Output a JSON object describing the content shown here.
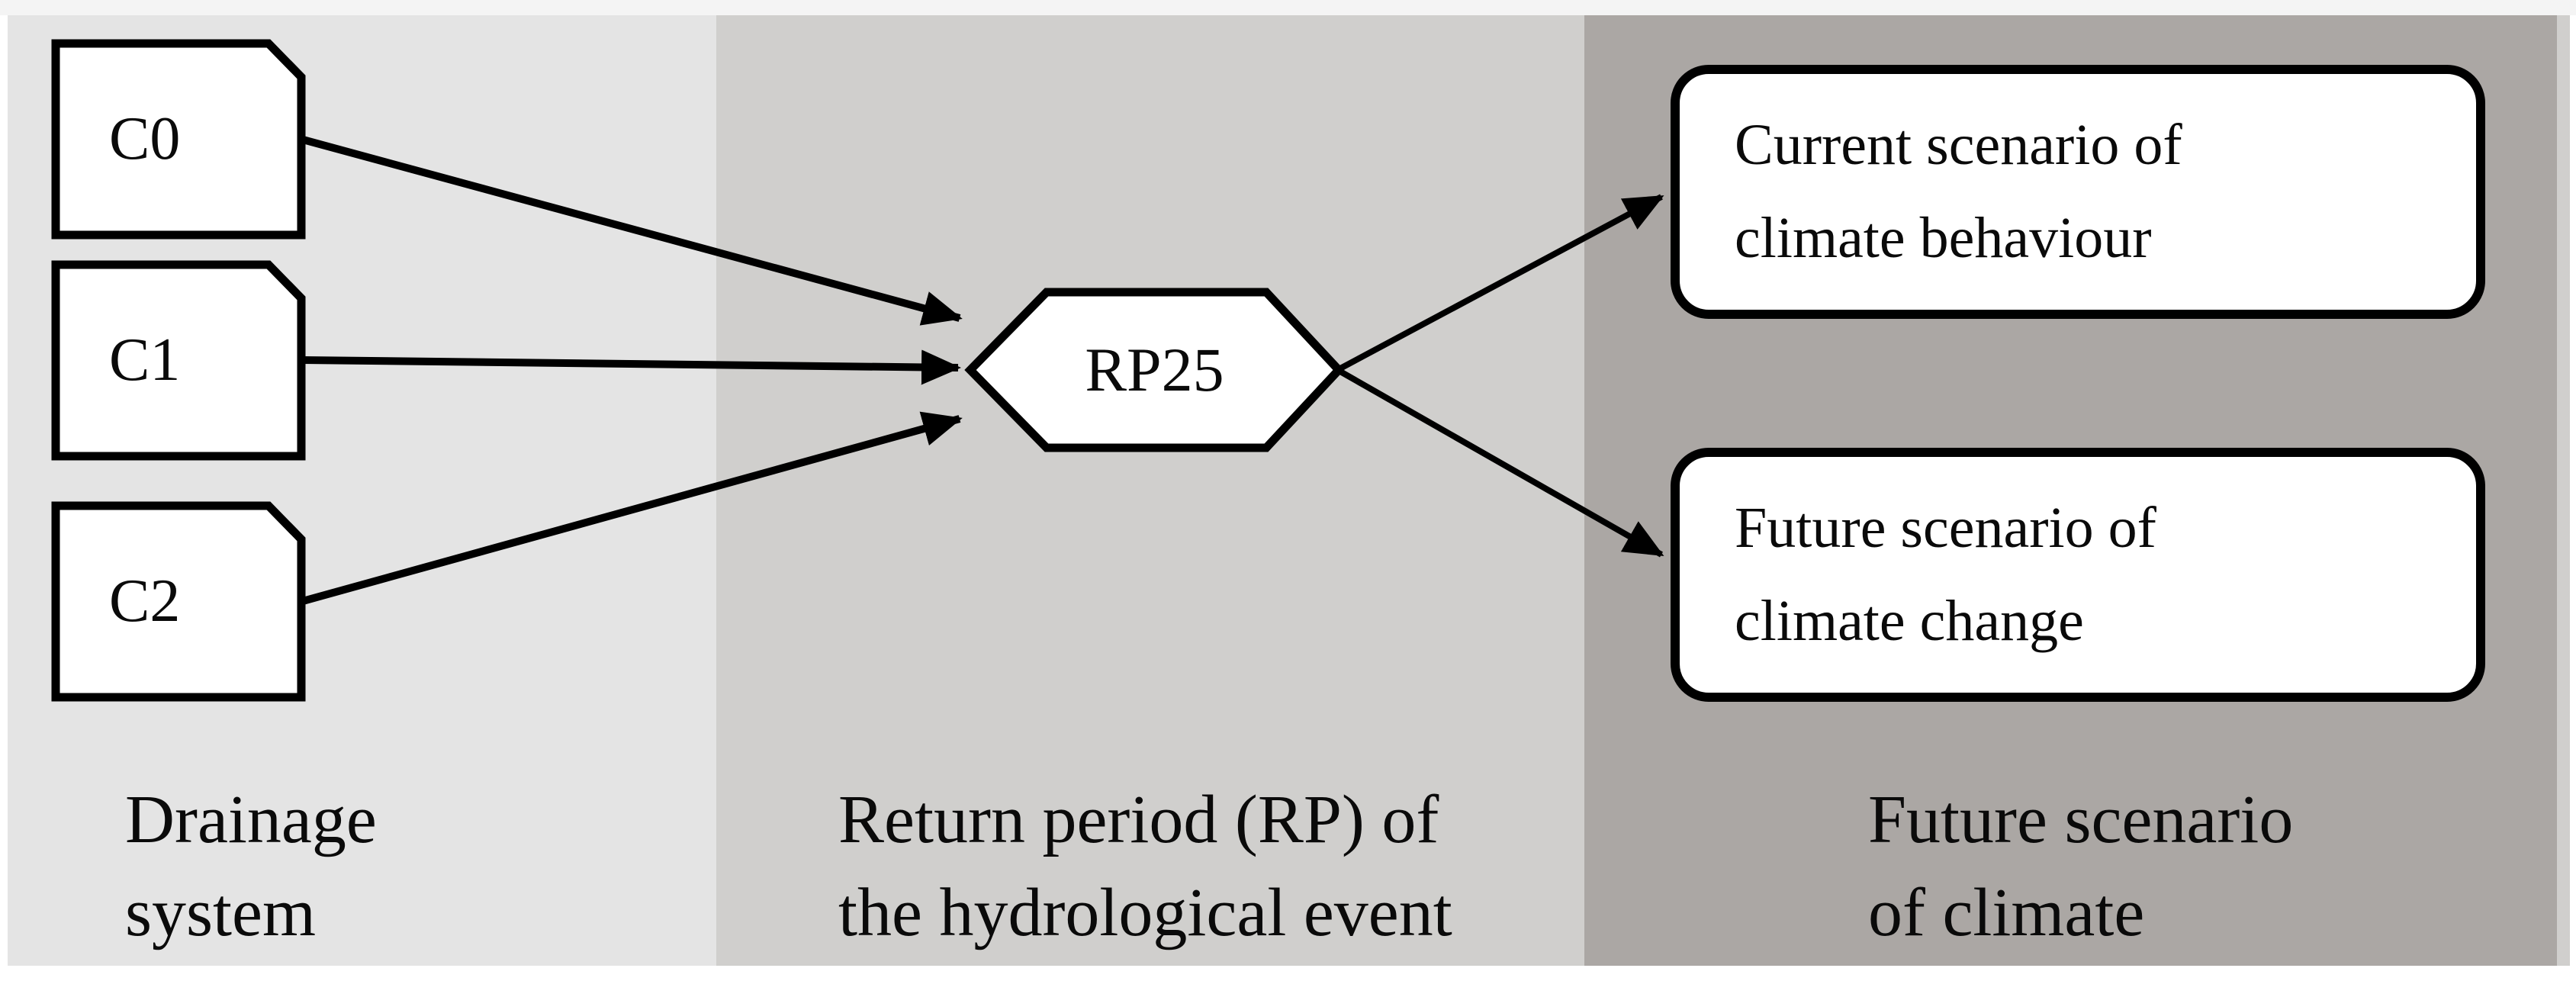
{
  "diagram": {
    "drainage_nodes": {
      "c0": "C0",
      "c1": "C1",
      "c2": "C2"
    },
    "return_period_node": "RP25",
    "scenario_nodes": {
      "current": "Current scenario of\nclimate behaviour",
      "future": "Future scenario of\nclimate change"
    },
    "column_captions": {
      "left": "Drainage\nsystem",
      "middle": "Return period (RP) of\nthe hydrological event",
      "right": "Future scenario\nof climate"
    },
    "colors": {
      "panel_left": "#e4e4e4",
      "panel_middle": "#d0cfcd",
      "panel_right": "#aba7a4",
      "shape_fill": "#ffffff",
      "stroke": "#000000"
    }
  }
}
